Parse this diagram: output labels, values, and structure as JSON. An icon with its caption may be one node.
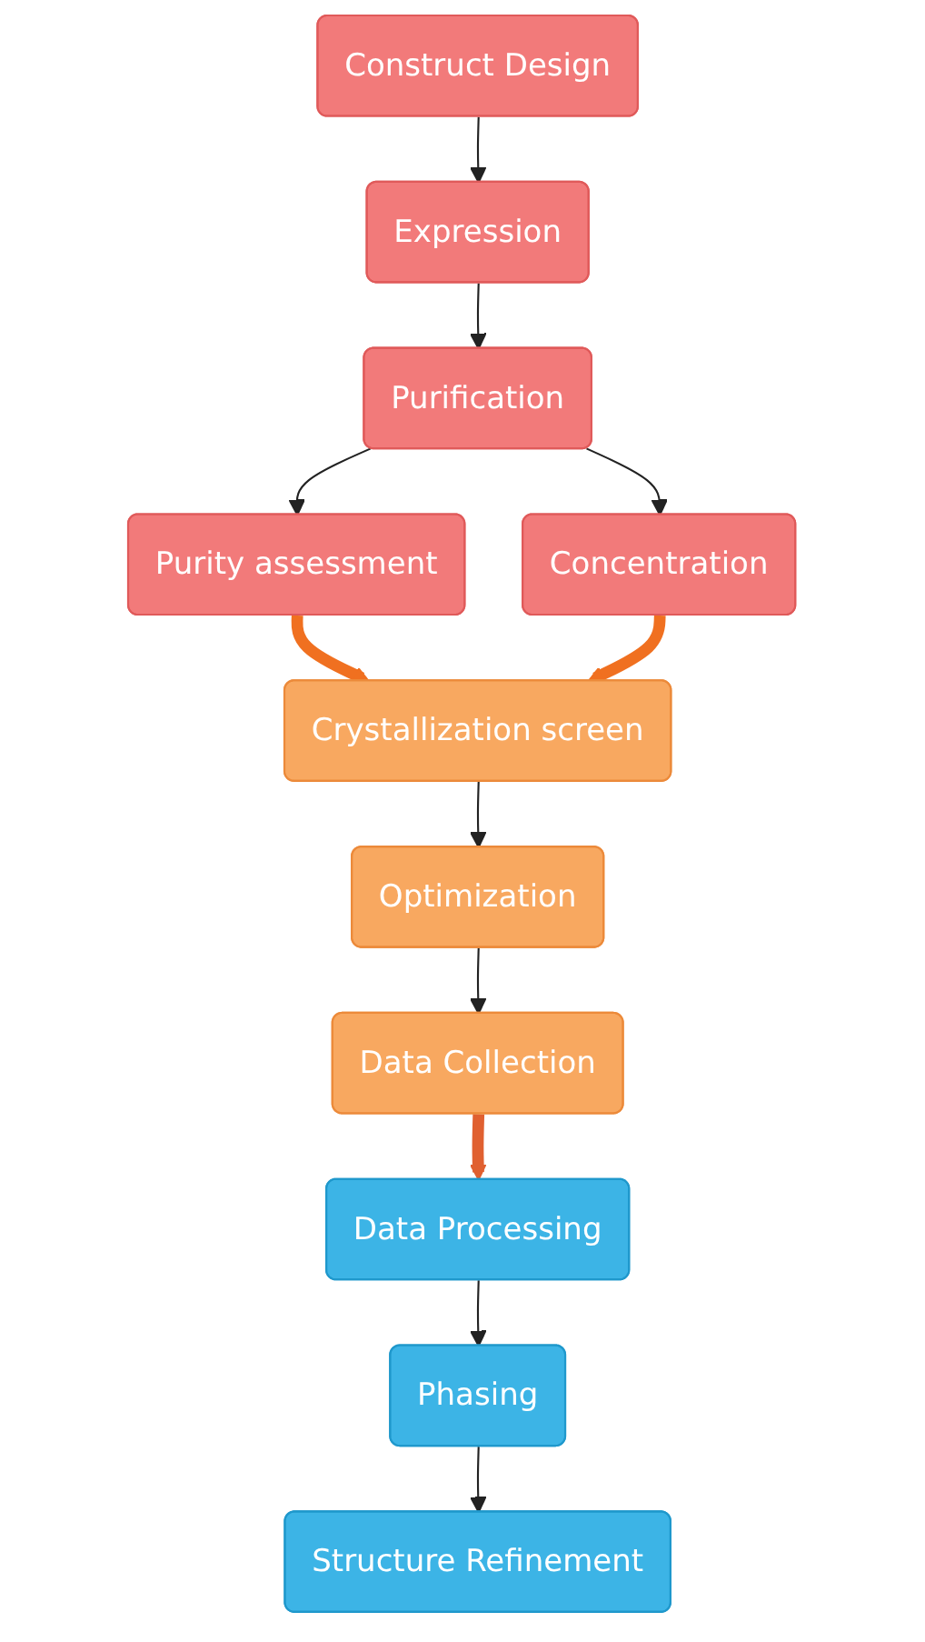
{
  "diagram": {
    "nodes": [
      {
        "text": [
          "Construct Design"
        ]
      },
      {
        "text": [
          "Expression"
        ]
      },
      {
        "text": [
          "Purification"
        ]
      },
      {
        "text": [
          "Purity assessment"
        ]
      },
      {
        "text": [
          "Concentration"
        ]
      },
      {
        "text": [
          "Crystallization screen"
        ]
      },
      {
        "text": [
          "Optimization"
        ]
      },
      {
        "text": [
          "Data Collection"
        ]
      },
      {
        "text": [
          "Data Processing"
        ]
      },
      {
        "text": [
          "Phasing"
        ]
      },
      {
        "text": [
          "Structure Refinement"
        ]
      }
    ],
    "edges": [
      {
        "from": 0,
        "to": 1,
        "arrow": "to"
      },
      {
        "from": 1,
        "to": 2,
        "arrow": "to"
      },
      {
        "from": 2,
        "to": 3,
        "arrow": "to"
      },
      {
        "from": 2,
        "to": 4,
        "arrow": "to"
      },
      {
        "from": 3,
        "to": 5,
        "arrow": "to",
        "style": "thick",
        "color": "#f07020"
      },
      {
        "from": 4,
        "to": 5,
        "arrow": "to",
        "style": "thick",
        "color": "#f07020"
      },
      {
        "from": 5,
        "to": 6,
        "arrow": "to"
      },
      {
        "from": 6,
        "to": 7,
        "arrow": "to"
      },
      {
        "from": 7,
        "to": 8,
        "arrow": "to",
        "style": "thick",
        "color": "#e06030"
      },
      {
        "from": 8,
        "to": 9,
        "arrow": "to"
      },
      {
        "from": 9,
        "to": 10,
        "arrow": "to"
      }
    ]
  }
}
